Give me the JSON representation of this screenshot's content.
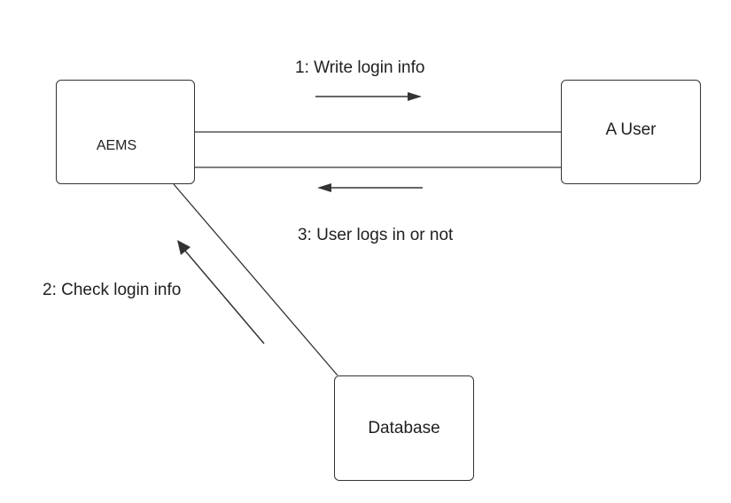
{
  "diagram": {
    "nodes": {
      "aems": "AEMS",
      "user": "A User",
      "database": "Database"
    },
    "messages": {
      "step1": "1: Write login info",
      "step2": "2: Check login info",
      "step3": "3: User logs in or not"
    }
  }
}
